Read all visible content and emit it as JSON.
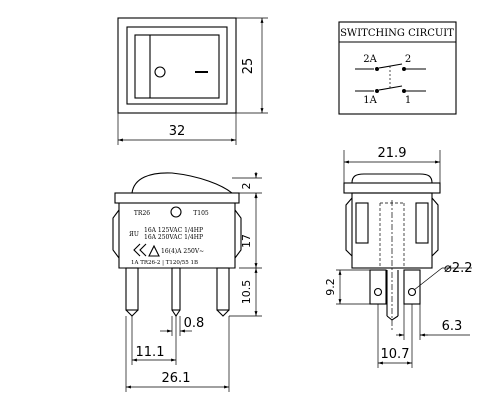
{
  "front_view": {
    "width_dim": "32",
    "height_dim": "25",
    "symbols": [
      "O",
      "—"
    ]
  },
  "switching_circuit": {
    "title": "SWITCHING CIRCUIT",
    "terminals": [
      "2A",
      "2",
      "1A",
      "1"
    ]
  },
  "side_view": {
    "dims": {
      "rocker_height": "2",
      "body_height": "17",
      "terminal_height": "10.5",
      "terminal_width": "0.8",
      "terminal_spacing": "11.1",
      "overall_width": "26.1"
    },
    "markings": {
      "row1_left": "TR26",
      "row1_right": "T105",
      "line1": "16A 125VAC 1/4HP",
      "line2": "16A 250VAC 1/4HP",
      "ce_rating": "16(4)A 250V~",
      "bottom_row": "1A    TR26-2    |    T120/55    1B"
    }
  },
  "end_view": {
    "dims": {
      "width": "21.9",
      "hole_dia": "⌀2.2",
      "terminal_offset": "9.2",
      "tab_width": "6.3",
      "terminal_pitch": "10.7"
    }
  }
}
